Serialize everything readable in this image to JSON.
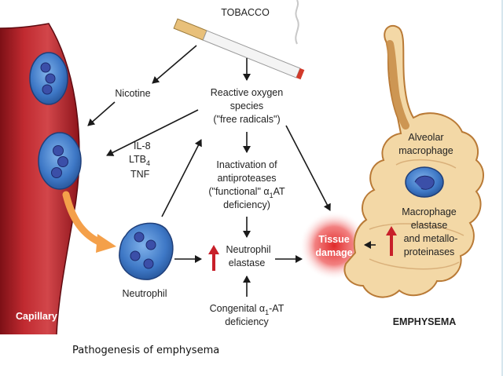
{
  "figure": {
    "tobacco": "TOBACCO",
    "nicotine": "Nicotine",
    "ros": [
      "Reactive oxygen",
      "species",
      "(\"free radicals\")"
    ],
    "cytokines": [
      "IL-8",
      "LTB",
      "4",
      "TNF"
    ],
    "inactivation": [
      "Inactivation of",
      "antiproteases",
      "(\"functional\" α",
      "1",
      "AT",
      "deficiency)"
    ],
    "neutrophil_elastase": [
      "Neutrophil",
      "elastase"
    ],
    "congenital": [
      "Congenital α",
      "1",
      "-AT",
      "deficiency"
    ],
    "neutrophil": "Neutrophil",
    "capillary": "Capillary",
    "tissue_damage": [
      "Tissue",
      "damage"
    ],
    "alveolar_macrophage": [
      "Alveolar",
      "macrophage"
    ],
    "macrophage_elastase": [
      "Macrophage",
      "elastase",
      "and metallo-",
      "proteinases"
    ],
    "emphysema": "EMPHYSEMA"
  },
  "caption": "Pathogenesis of emphysema",
  "colors": {
    "vessel": "#b8202a",
    "cell_blue": "#3a73c4",
    "alveolus": "#f2d7a4",
    "alveolus_border": "#b97a36",
    "tissue_damage": "#e23b3b",
    "arrow": "#1a1a1a",
    "up_arrow": "#c8202a"
  }
}
